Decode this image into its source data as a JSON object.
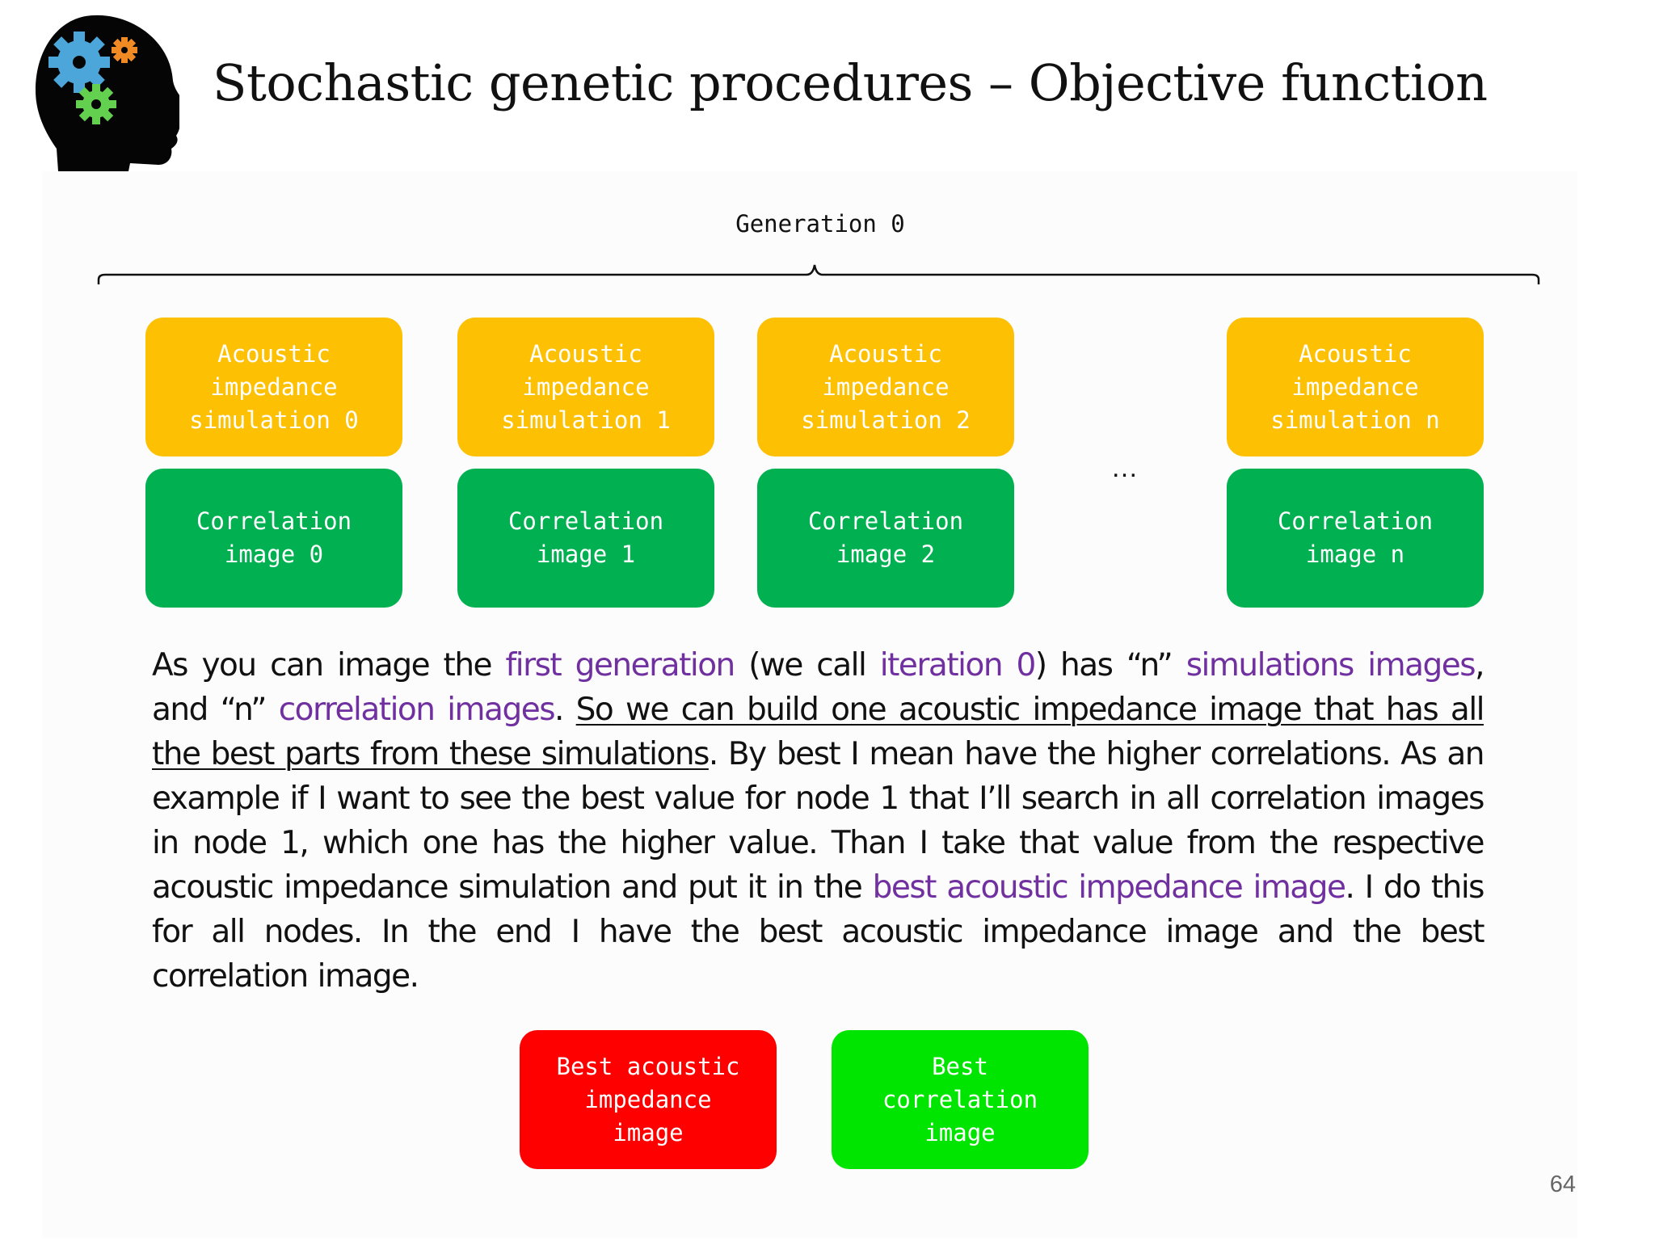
{
  "title": "Stochastic genetic procedures – Objective function",
  "generation_label": "Generation 0",
  "simulation_boxes": [
    {
      "lines": [
        "Acoustic",
        "impedance",
        "simulation 0"
      ]
    },
    {
      "lines": [
        "Acoustic",
        "impedance",
        "simulation 1"
      ]
    },
    {
      "lines": [
        "Acoustic",
        "impedance",
        "simulation 2"
      ]
    },
    {
      "lines": [
        "Acoustic",
        "impedance",
        "simulation n"
      ]
    }
  ],
  "correlation_boxes": [
    {
      "lines": [
        "Correlation",
        "image 0"
      ]
    },
    {
      "lines": [
        "Correlation",
        "image 1"
      ]
    },
    {
      "lines": [
        "Correlation",
        "image 2"
      ]
    },
    {
      "lines": [
        "Correlation",
        "image n"
      ]
    }
  ],
  "ellipsis": "…",
  "paragraph": {
    "s1": "As you can image the ",
    "s2": "first generation",
    "s3": " (we call ",
    "s4": "iteration 0",
    "s5": ") has “n” ",
    "s6": "simulations images",
    "s7": ", and “n” ",
    "s8": "correlation images",
    "s9": ". ",
    "s10": "So we can build one acoustic impedance image that has all the best parts from these simulations",
    "s11": ". By best I mean have the higher correlations. As an example if I want to see the best value for node 1 that I’ll search in all correlation images in node 1, which one has the higher value. Than  I take that value from the respective acoustic impedance simulation and put it in the ",
    "s12": "best acoustic impedance image",
    "s13": ". I do this for all nodes. In the end I have the best acoustic impedance image and the best correlation image."
  },
  "best_boxes": {
    "impedance": {
      "lines": [
        "Best acoustic",
        "impedance",
        "image"
      ]
    },
    "correlation": {
      "lines": [
        "Best",
        "correlation",
        "image"
      ]
    }
  },
  "page_number": "64",
  "colors": {
    "simulation_box": "#fdc003",
    "correlation_box": "#01b050",
    "best_impedance_box": "#fe0000",
    "best_correlation_box": "#00e500",
    "highlight_text": "#7030a0"
  },
  "icons": {
    "logo": "head-with-gears-icon"
  }
}
